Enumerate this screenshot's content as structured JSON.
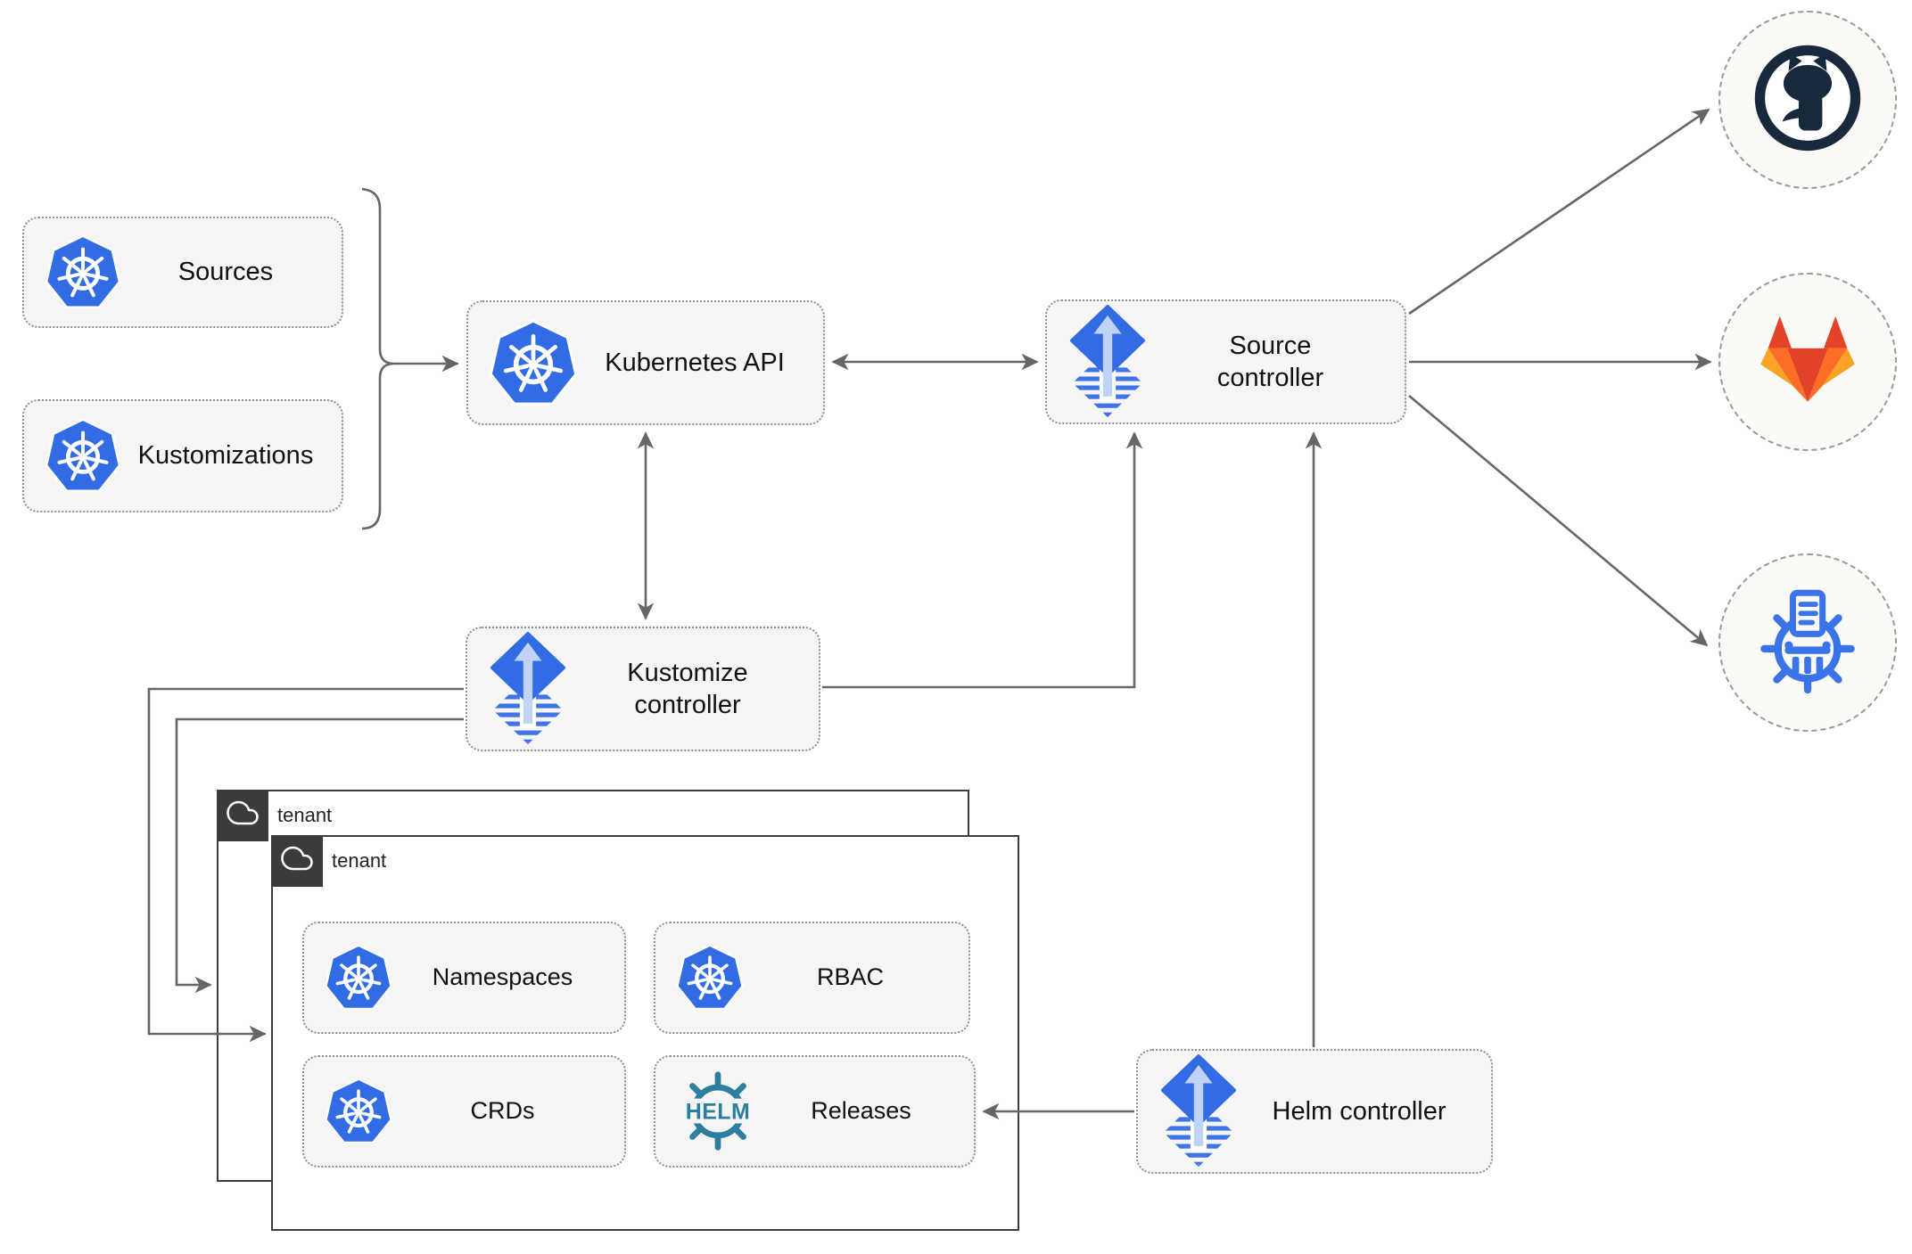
{
  "left_group": {
    "items": [
      {
        "label": "Sources"
      },
      {
        "label": "Kustomizations"
      }
    ]
  },
  "nodes": {
    "k8s_api": {
      "label": "Kubernetes API"
    },
    "source_controller": {
      "label": "Source controller"
    },
    "kustomize_controller": {
      "label": "Kustomize controller"
    },
    "helm_controller": {
      "label": "Helm controller"
    }
  },
  "tenants": {
    "back": {
      "label": "tenant"
    },
    "front": {
      "label": "tenant"
    }
  },
  "tenant_items": [
    {
      "label": "Namespaces"
    },
    {
      "label": "RBAC"
    },
    {
      "label": "CRDs"
    },
    {
      "label": "Releases"
    }
  ],
  "icons": {
    "helm_logo_text": "HELM",
    "names": [
      "kubernetes-icon",
      "flux-icon",
      "helm-icon",
      "cloud-icon",
      "github-icon",
      "gitlab-icon",
      "helm-repository-icon"
    ]
  },
  "colors": {
    "connector": "#666666",
    "kubernetes_blue": "#326ce5",
    "flux_blue": "#316ce4",
    "flux_arrow": "#bed3f6",
    "helm_teal": "#2e7f9f",
    "github_dark": "#17293b",
    "gitlab_orange_dark": "#e24329",
    "gitlab_orange": "#fc6d26",
    "gitlab_orange_light": "#fca326",
    "chartmuseum_blue": "#3b73e8",
    "node_bg": "#f5f5f5",
    "node_border": "#8f8f8f",
    "tenant_header_bg": "#3b3b3b"
  }
}
